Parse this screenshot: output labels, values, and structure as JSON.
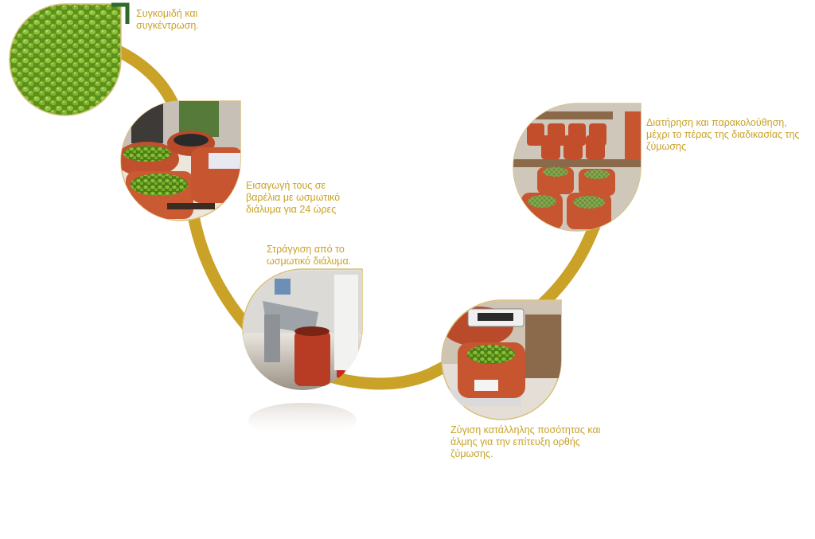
{
  "colors": {
    "accent": "#c9a227",
    "olive_green": "#6fa020",
    "barrel_red": "#b94a2a",
    "photo_border": "#d8c07a"
  },
  "steps": [
    {
      "id": "harvest",
      "label": "Συγκομιδή και\nσυγκέντρωση.",
      "photo": "green-olives-in-crate"
    },
    {
      "id": "brine-barrels",
      "label": "Εισαγωγή τους σε\nβαρέλια με ωσμωτικό\nδιάλυμα για 24 ώρες",
      "photo": "barrels-with-olives"
    },
    {
      "id": "draining",
      "label": "Στράγγιση από το\nωσμωτικό διάλυμα.",
      "photo": "draining-machine"
    },
    {
      "id": "weighing",
      "label": "Ζύγιση κατάλληλης ποσότητας και\nάλμης για την επίτευξη ορθής\nζύμωσης.",
      "photo": "scale-with-barrel"
    },
    {
      "id": "monitoring",
      "label": "Διατήρηση και παρακολούθηση,\nμέχρι το πέρας της διαδικασίας της\nζύμωσης",
      "photo": "rows-of-barrels"
    }
  ]
}
